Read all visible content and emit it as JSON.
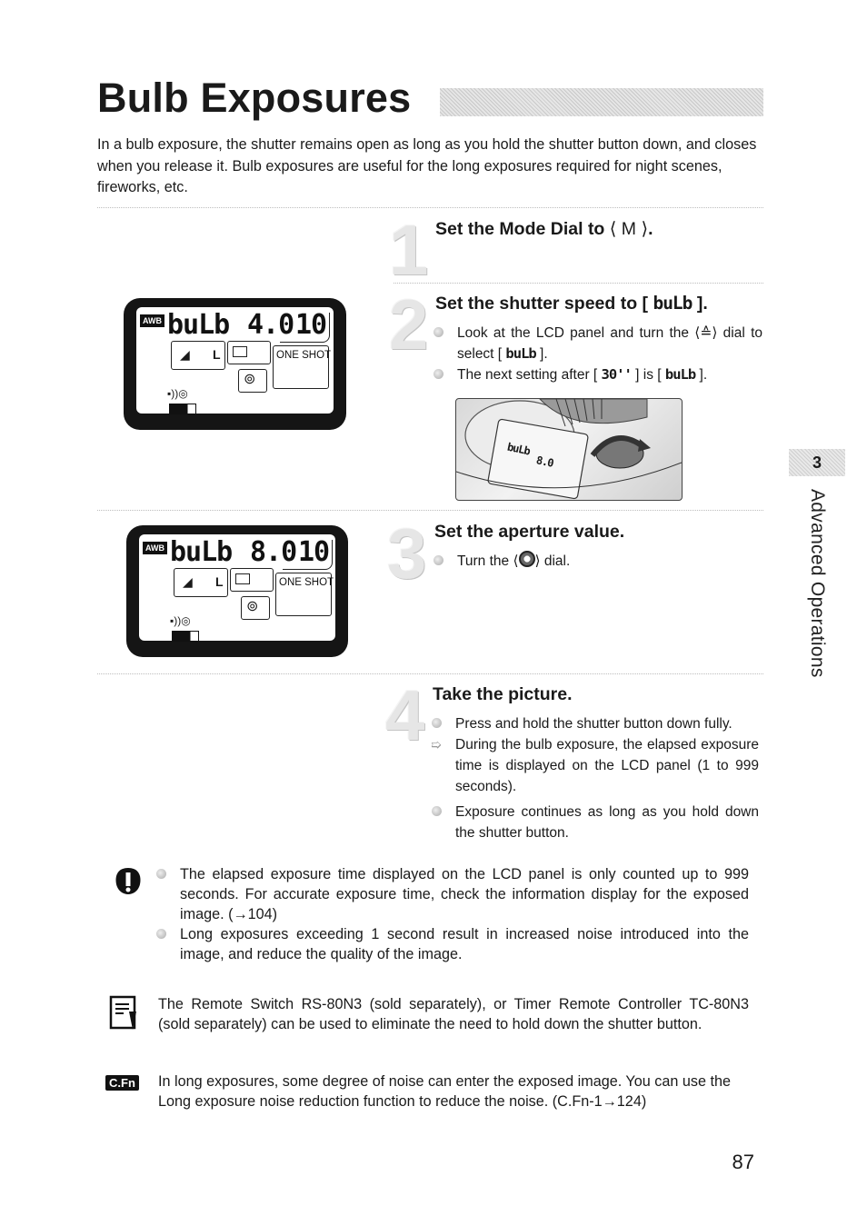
{
  "header": {
    "title": "Bulb Exposures",
    "intro": "In a bulb exposure, the shutter remains open as long as you hold the shutter button down, and closes when you release it. Bulb exposures are useful for the long exposures required for night scenes, fireworks, etc."
  },
  "steps": [
    {
      "number": "1",
      "title_pre": "Set the Mode Dial to ",
      "title_symbol": "⟨ M ⟩",
      "title_post": "."
    },
    {
      "number": "2",
      "title_pre": "Set the shutter speed to [ ",
      "title_symbol": "buLb",
      "title_post": " ].",
      "bullets": [
        {
          "pre": "Look at the LCD panel and turn the ⟨",
          "icon": "main-dial-icon",
          "post": "⟩ dial to select [ ",
          "seg": "buLb",
          "end": " ]."
        },
        {
          "pre": "The next setting after [ ",
          "seg": "30''",
          "mid": " ] is [ ",
          "seg2": "buLb",
          "end": " ]."
        }
      ]
    },
    {
      "number": "3",
      "title": "Set the aperture value.",
      "bullets": [
        {
          "pre": "Turn the ⟨",
          "post": "⟩ dial."
        }
      ]
    },
    {
      "number": "4",
      "title": "Take the picture.",
      "bullets": [
        {
          "text": "Press and hold the shutter button down fully."
        },
        {
          "text": "During the bulb exposure, the elapsed exposure time is displayed on the LCD panel (1 to 999 seconds).",
          "arrow": true
        },
        {
          "text": "Exposure continues as long as you hold down the shutter button."
        }
      ]
    }
  ],
  "lcd1": {
    "awb": "AWB",
    "mode": "buLb",
    "aperture": "4.0",
    "count": "10",
    "quality": "L",
    "af": "ONE SHOT"
  },
  "lcd2": {
    "awb": "AWB",
    "mode": "buLb",
    "aperture": "8.0",
    "count": "10",
    "quality": "L",
    "af": "ONE SHOT"
  },
  "photo": {
    "seg1": "buLb",
    "seg2": "8.0"
  },
  "cautions": [
    "The elapsed exposure time displayed on the LCD panel is only counted up to 999 seconds. For accurate exposure time, check the information display for the exposed image. (→104)",
    "Long exposures exceeding 1 second result in increased noise introduced into the image, and reduce the quality of the image."
  ],
  "memo": "The Remote Switch RS-80N3 (sold separately), or Timer Remote Controller TC-80N3 (sold separately) can be used to eliminate the need to hold down the shutter button.",
  "cfn": {
    "badge": "C.Fn",
    "text": "In long exposures, some degree of noise can enter the exposed image. You can use the Long exposure noise reduction function to reduce the noise. (C.Fn-1→124)"
  },
  "sidebar": {
    "chapter": "3",
    "label": "Advanced Operations"
  },
  "page_number": "87"
}
